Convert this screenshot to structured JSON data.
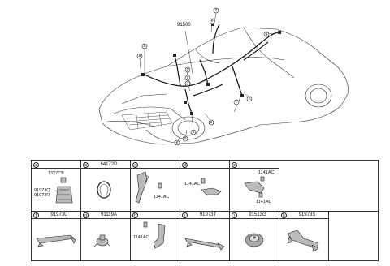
{
  "main": {
    "top_part_number": "91500",
    "callouts": [
      "f",
      "e",
      "g",
      "b",
      "a",
      "d",
      "c",
      "j",
      "h",
      "i",
      "k",
      "c",
      "b",
      "e"
    ]
  },
  "table": {
    "cells": [
      {
        "letter": "a",
        "part": "",
        "labels": [
          "1327CB",
          "91973Q",
          "91973R"
        ]
      },
      {
        "letter": "b",
        "part": "84172D",
        "labels": []
      },
      {
        "letter": "c",
        "part": "",
        "labels": [
          "1141AC"
        ]
      },
      {
        "letter": "d",
        "part": "",
        "labels": [
          "1141AC"
        ]
      },
      {
        "letter": "e",
        "part": "",
        "labels": [
          "1141AC",
          "1141AC"
        ]
      },
      {
        "letter": "f",
        "part": "91973U",
        "labels": []
      },
      {
        "letter": "g",
        "part": "91119A",
        "labels": []
      },
      {
        "letter": "h",
        "part": "",
        "labels": [
          "1141AC"
        ]
      },
      {
        "letter": "i",
        "part": "91973T",
        "labels": []
      },
      {
        "letter": "j",
        "part": "91513G",
        "labels": []
      },
      {
        "letter": "k",
        "part": "91973S",
        "labels": []
      }
    ]
  }
}
